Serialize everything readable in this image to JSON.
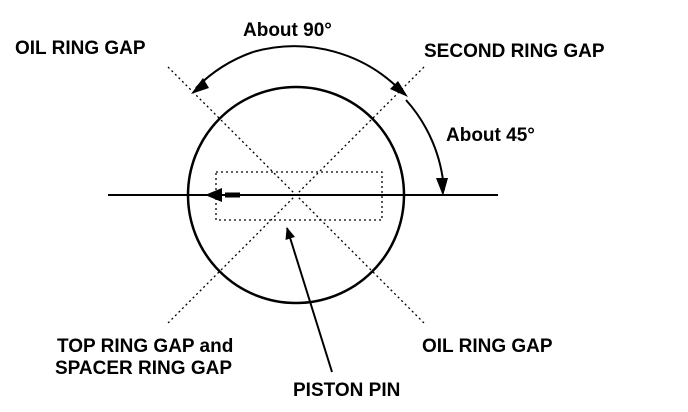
{
  "labels": {
    "oil_ring_gap_top": "OIL RING GAP",
    "about_90": "About 90°",
    "second_ring_gap": "SECOND RING GAP",
    "about_45": "About 45°",
    "top_ring_gap_line1": "TOP RING GAP and",
    "top_ring_gap_line2": "SPACER RING GAP",
    "oil_ring_gap_bottom": "OIL RING GAP",
    "piston_pin": "PISTON PIN"
  },
  "colors": {
    "ink": "#000000",
    "background": "#ffffff"
  }
}
